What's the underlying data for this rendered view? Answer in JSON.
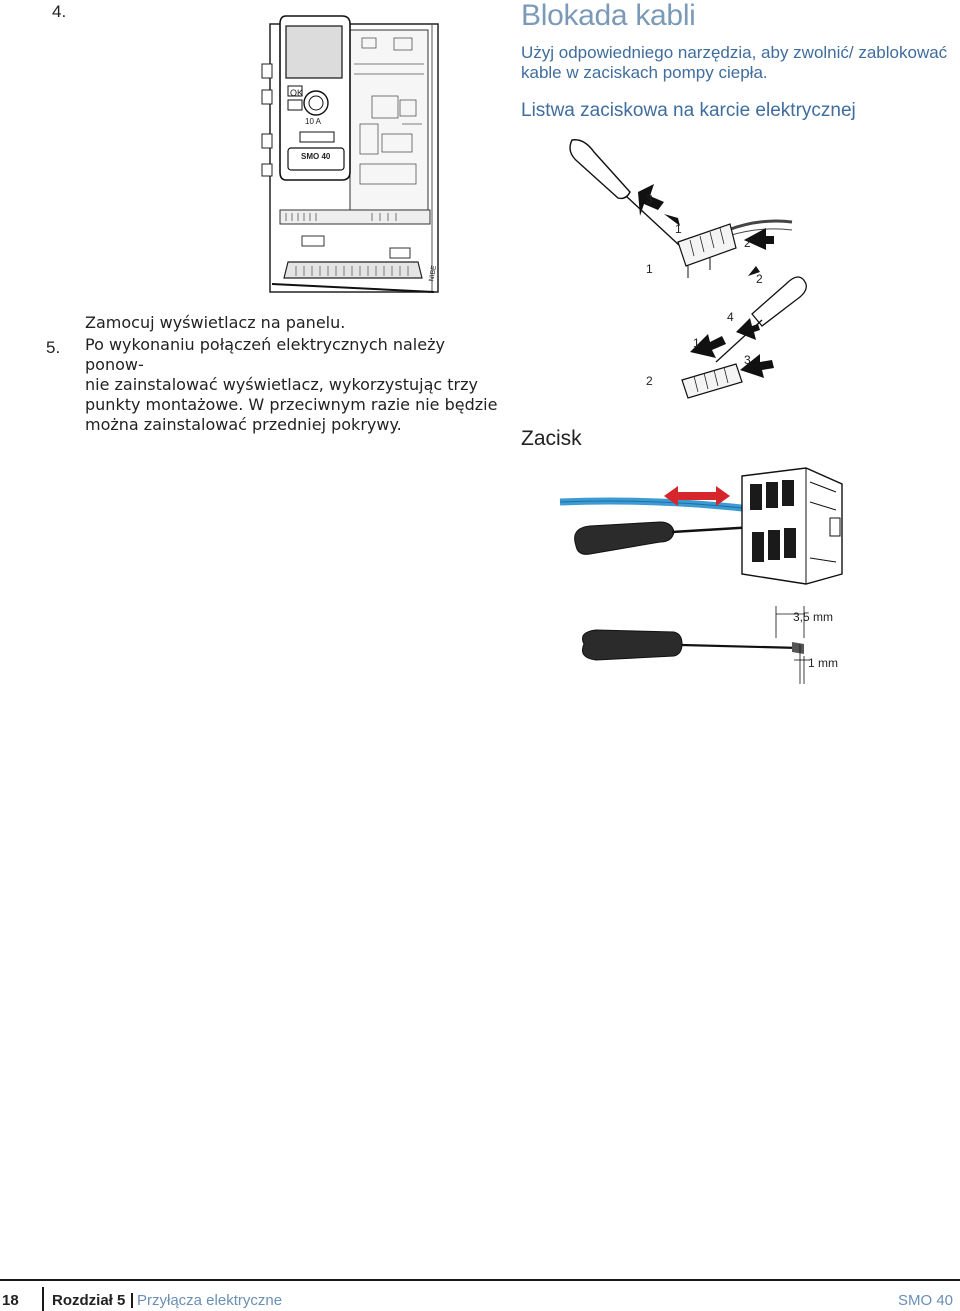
{
  "steps": {
    "four": "4.",
    "five": "5."
  },
  "right_column": {
    "title": "Blokada kabli",
    "lead_line1": "Użyj odpowiedniego narzędzia, aby zwolnić/ zablokować",
    "lead_line2": "kable w zaciskach pompy ciepła.",
    "subtitle": "Listwa zaciskowa na karcie elektrycznej",
    "zacisk_heading": "Zacisk"
  },
  "left_column": {
    "step4_text": "Zamocuj wyświetlacz na panelu.",
    "step5_line1": "Po wykonaniu połączeń elektrycznych należy ponow-",
    "step5_line2": "nie zainstalować wyświetlacz, wykorzystując trzy",
    "step5_line3": "punkty montażowe. W przeciwnym razie nie będzie",
    "step5_line4": "można zainstalować przedniej pokrywy."
  },
  "device_labels": {
    "ok": "OK",
    "fuse": "10 A",
    "model": "SMO 40",
    "brand": "NIBE"
  },
  "figure_numbers": {
    "top_3": "3",
    "top_1_arrow": "1",
    "top_2_arrow": "2",
    "top_1_side": "1",
    "bottom_4": "4",
    "bottom_1_arrow": "1",
    "bottom_3_arrow": "3",
    "bottom_2_side": "2",
    "bottom_2_top": "2"
  },
  "dimensions": {
    "width": "3,5 mm",
    "thickness": "1 mm"
  },
  "footer": {
    "page_number": "18",
    "chapter": "Rozdział 5",
    "section": "Przyłącza elektryczne",
    "product": "SMO 40"
  },
  "colors": {
    "title": "#7a9ab8",
    "text_blue": "#3f6d9e",
    "arrow_red": "#d7262b",
    "cable_blue": "#3d9bd4"
  }
}
